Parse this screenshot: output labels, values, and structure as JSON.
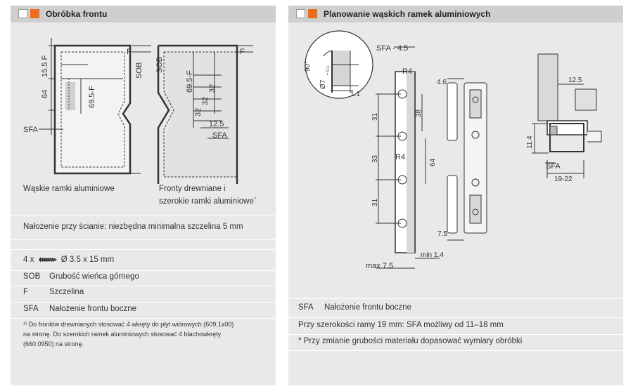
{
  "left": {
    "title": "Obróbka frontu",
    "diagram": {
      "dims_left": [
        "15.5 F",
        "64"
      ],
      "dim_inner": "69.5-F",
      "sob_left": "SOB",
      "f_top_left": "F",
      "sfa_left": "SFA",
      "sob_right": "SOB",
      "f_top_right": "F",
      "dim_right": "69.5-F",
      "dims_32": [
        "32",
        "32",
        "32"
      ],
      "dim_12_5": "12.5",
      "sfa_right": "SFA"
    },
    "caption_left": "Wąskie ramki aluminiowe",
    "caption_right_line1": "Fronty drewniane i",
    "caption_right_line2": "szerokie ramki aluminiowe",
    "caption_right_sup": "¹⁾",
    "mount_note": "Nałożenie przy ścianie: niezbędna minimalna szczelina 5 mm",
    "screw_prefix": "4 x",
    "screw_spec": "Ø 3.5 x 15 mm",
    "legend": [
      {
        "abbr": "SOB",
        "text": "Grubość wieńca górnego"
      },
      {
        "abbr": "F",
        "text": "Szczelina"
      },
      {
        "abbr": "SFA",
        "text": "Nałożenie frontu boczne"
      }
    ],
    "footnote_lines": [
      "¹⁾ Do frontów drewnianych stosować 4 wkręty do płyt wiórowych (609.1x00)",
      "na stronę. Do szerokich ramek aluminiowych stosować 4 blachowkręty",
      "(660.0950) na stronę."
    ]
  },
  "right": {
    "title": "Planowanie wąskich ramek aluminiowych",
    "diagram": {
      "angle": "90°",
      "diameter": "Ø7",
      "tol": "+ 0.1",
      "dim_1_1": "1.1",
      "sfa_top": "SFA - 4.5",
      "r4_top": "R4",
      "dim_38": "38",
      "dims_31_33": [
        "31",
        "33",
        "31"
      ],
      "r4_mid": "R4",
      "dim_64": "64",
      "min_label": "min 1.4",
      "max_label": "max 7.5",
      "dim_4_6": "4.6",
      "dim_7_5": "7.5",
      "dim_12_5": "12.5",
      "dim_11_4": "11.4",
      "sfa_label": "SFA",
      "dim_19_22": "19-22"
    },
    "legend_sfa_abbr": "SFA",
    "legend_sfa_text": "Nałożenie frontu boczne",
    "note_width": "Przy szerokości ramy 19 mm: SFA możliwy od 11–18 mm",
    "note_star": "* Przy zmianie grubości materiału dopasować wymiary obróbki"
  },
  "colors": {
    "panel_bg": "#e9e9e9",
    "header_bg": "#cfcfcf",
    "accent_orange": "#ef6b1a",
    "line": "#333333"
  }
}
